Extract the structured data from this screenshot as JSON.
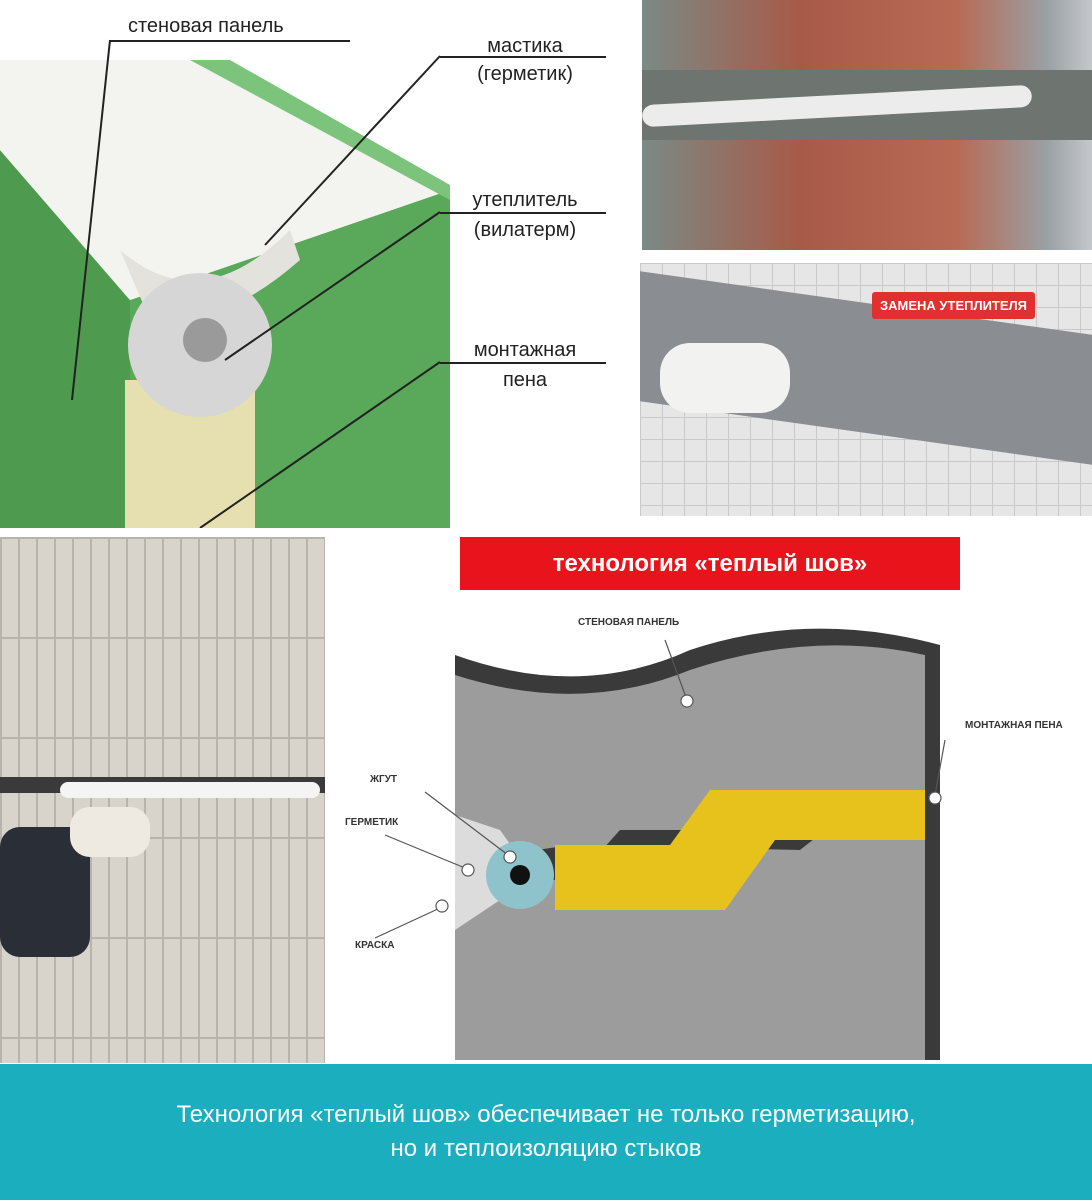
{
  "photo_labels": {
    "wall_panel": "стеновая панель",
    "mastic": "мастика",
    "mastic_sub": "(герметик)",
    "insulation": "утеплитель",
    "insulation_sub": "(вилатерм)",
    "foam": "монтажная",
    "foam_sub": "пена"
  },
  "replace_tag": "ЗАМЕНА УТЕПЛИТЕЛЯ",
  "banner": "технология «теплый шов»",
  "diagram_labels": {
    "wall_panel": "СТЕНОВАЯ ПАНЕЛЬ",
    "foam": "МОНТАЖНАЯ ПЕНА",
    "cord": "ЖГУТ",
    "sealant": "ГЕРМЕТИК",
    "paint": "КРАСКА"
  },
  "footer": {
    "line1": "Технология «теплый шов» обеспечивает не только герметизацию,",
    "line2": "но и теплоизоляцию стыков"
  },
  "colors": {
    "banner": "#e8131b",
    "footer": "#1aaebe",
    "foam": "#e8c21c"
  }
}
